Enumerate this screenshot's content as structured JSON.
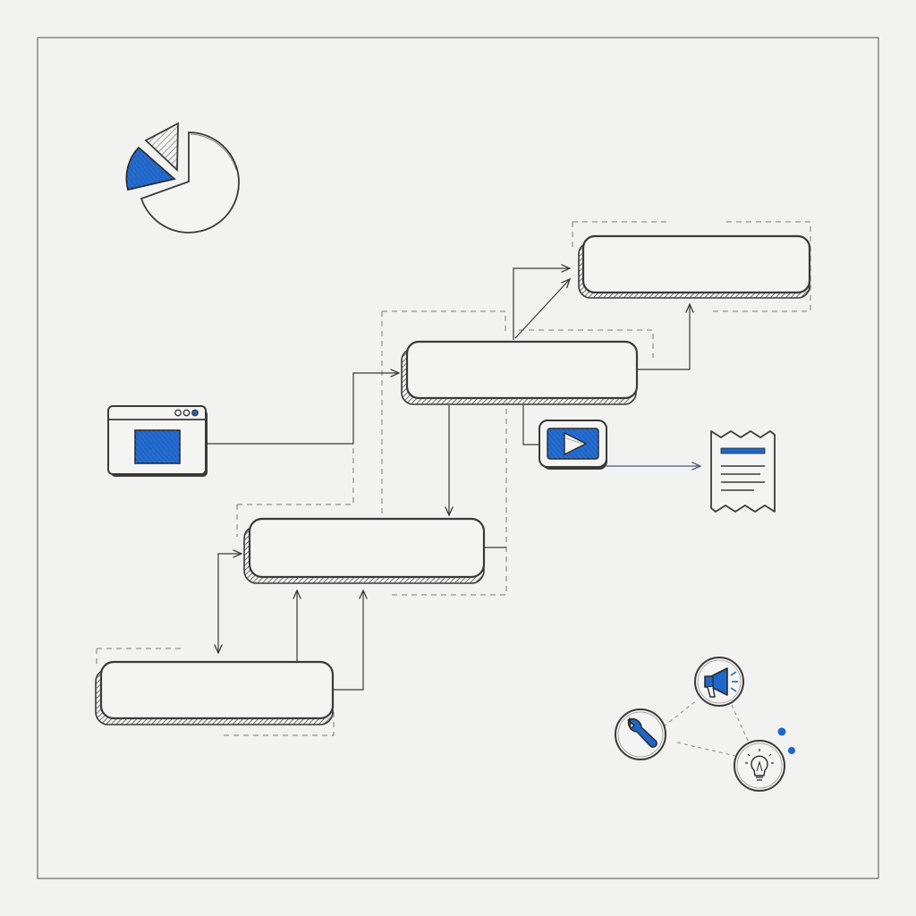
{
  "diagram": {
    "theme": {
      "paper": "#f2f2f1",
      "ink": "#3a3a3a",
      "accent_blue": "#1f66c9",
      "dashed": "#7a7a7a",
      "light_gray": "#c8c8c8"
    },
    "nodes": [
      {
        "id": "step-1",
        "label": ""
      },
      {
        "id": "step-2",
        "label": ""
      },
      {
        "id": "step-3",
        "label": ""
      },
      {
        "id": "step-4",
        "label": ""
      }
    ],
    "icons": [
      "pie-chart-icon",
      "browser-window-icon",
      "video-play-icon",
      "document-receipt-icon",
      "megaphone-icon",
      "wrench-icon",
      "lightbulb-icon"
    ]
  }
}
